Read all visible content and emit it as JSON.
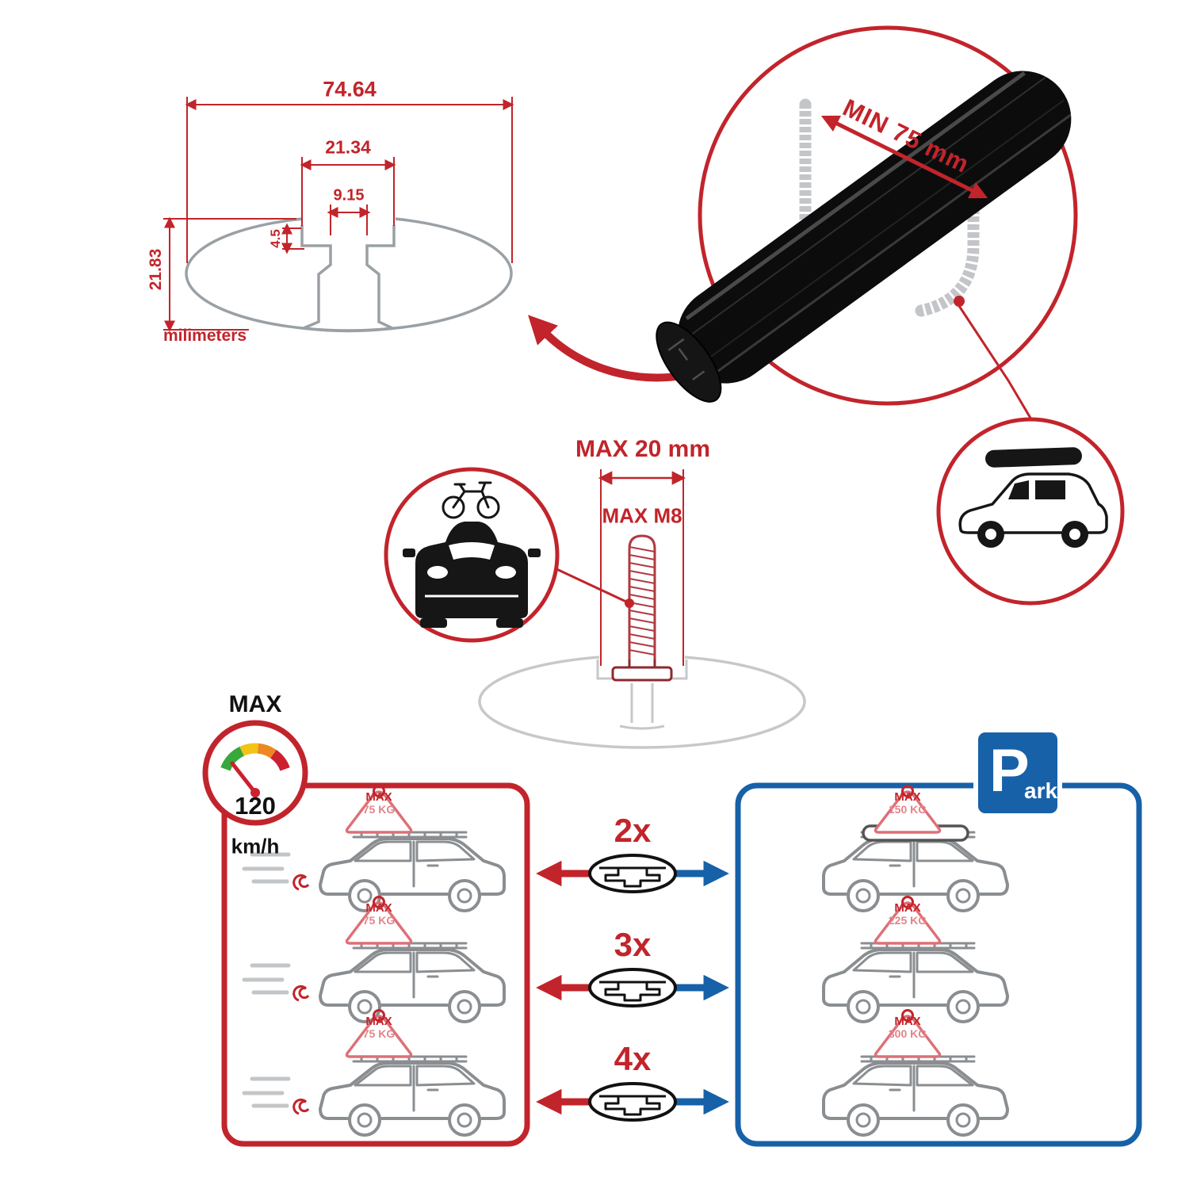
{
  "colors": {
    "red": "#c2242b",
    "blue": "#1761a8",
    "pink": "#dd7077",
    "gray_line": "#8a8e91",
    "light_gray": "#c6c8ca",
    "black": "#111111",
    "gauge_green": "#37a83c",
    "gauge_yellow": "#f3c316",
    "gauge_orange": "#ee8722",
    "gauge_red": "#cc2030"
  },
  "dimensions": {
    "total_width": "74.64",
    "channel_width": "21.34",
    "slot_width": "9.15",
    "slot_depth": "4.5",
    "total_height": "21.83",
    "units": "milimeters"
  },
  "crossbar": {
    "min_clamp_span": "MIN 75 mm"
  },
  "bolt": {
    "max_width": "MAX 20 mm",
    "max_thread": "MAX M8"
  },
  "speed": {
    "label": "MAX",
    "value": "120",
    "unit": "km/h"
  },
  "parking_sign": {
    "letter": "P",
    "rest": "ark"
  },
  "capacity": {
    "multipliers": [
      "2x",
      "3x",
      "4x"
    ],
    "driving": [
      {
        "max": "MAX",
        "kg": "75 KG"
      },
      {
        "max": "MAX",
        "kg": "75 KG"
      },
      {
        "max": "MAX",
        "kg": "75 KG"
      }
    ],
    "parked": [
      {
        "max": "MAX",
        "kg": "150 KG"
      },
      {
        "max": "MAX",
        "kg": "225 KG"
      },
      {
        "max": "MAX",
        "kg": "300 KG"
      }
    ]
  }
}
